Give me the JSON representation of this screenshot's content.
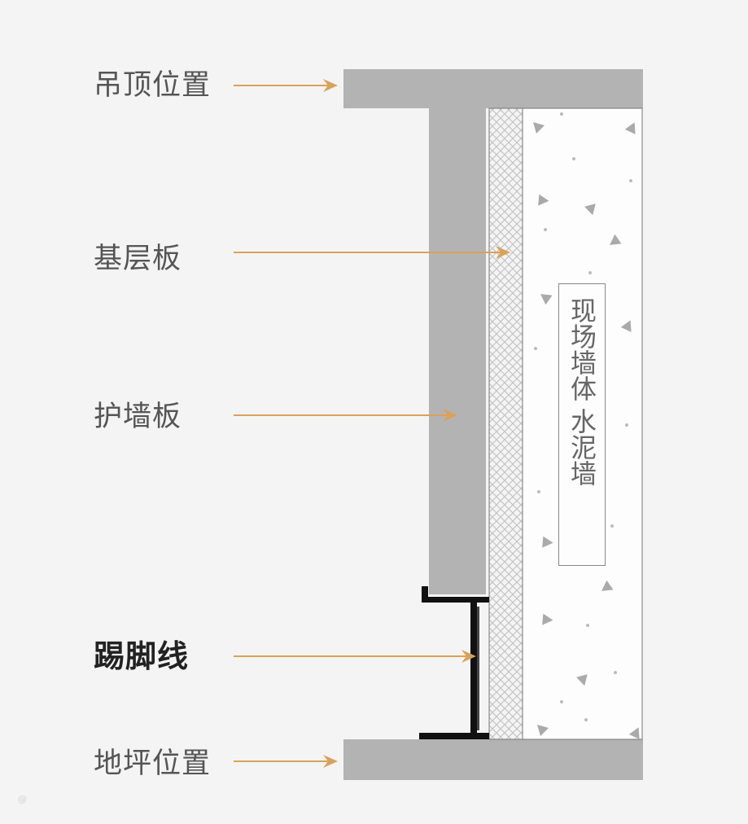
{
  "labels": {
    "ceiling": "吊顶位置",
    "base_board": "基层板",
    "wall_panel": "护墙板",
    "skirting": "踢脚线",
    "floor": "地坪位置"
  },
  "wall_text": {
    "line1": "现场墙体",
    "line2": "水泥墙"
  },
  "watermark": "@",
  "colors": {
    "arrow": "#d9a25a",
    "slab": "#b3b3b3",
    "skirting": "#111111"
  }
}
